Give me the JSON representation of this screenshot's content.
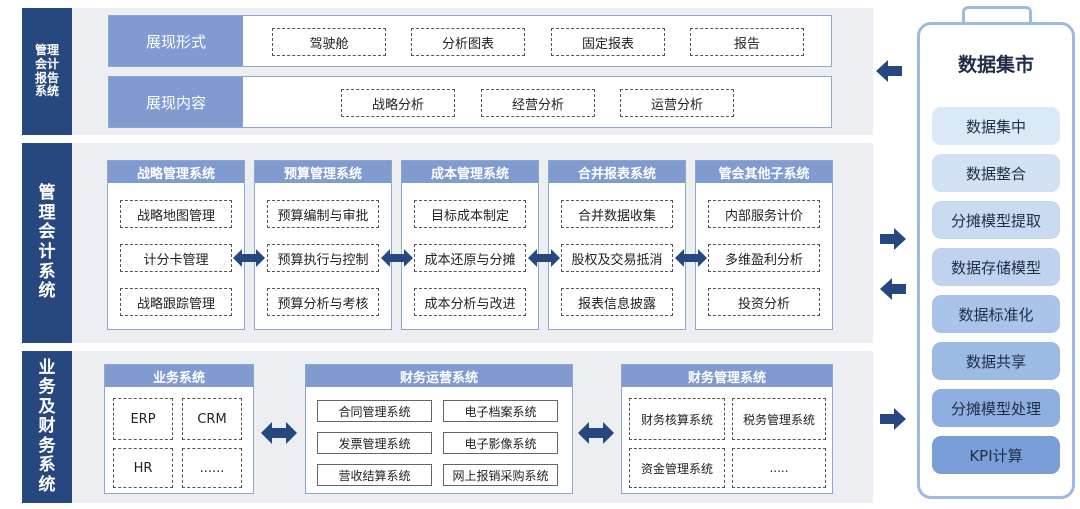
{
  "rows": {
    "top_label": "管理会计报告系统",
    "mid_label": "管理会计系统",
    "bottom_label": "业务及财务系统"
  },
  "presentation": {
    "form_label": "展现形式",
    "form_items": [
      "驾驶舱",
      "分析图表",
      "固定报表",
      "报告"
    ],
    "content_label": "展现内容",
    "content_items": [
      "战略分析",
      "经营分析",
      "运营分析"
    ]
  },
  "systems": [
    {
      "title": "战略管理系统",
      "items": [
        "战略地图管理",
        "计分卡管理",
        "战略跟踪管理"
      ]
    },
    {
      "title": "预算管理系统",
      "items": [
        "预算编制与审批",
        "预算执行与控制",
        "预算分析与考核"
      ]
    },
    {
      "title": "成本管理系统",
      "items": [
        "目标成本制定",
        "成本还原与分摊",
        "成本分析与改进"
      ]
    },
    {
      "title": "合并报表系统",
      "items": [
        "合并数据收集",
        "股权及交易抵消",
        "报表信息披露"
      ]
    },
    {
      "title": "管会其他子系统",
      "items": [
        "内部服务计价",
        "多维盈利分析",
        "投资分析"
      ]
    }
  ],
  "business": {
    "title": "业务系统",
    "items": [
      "ERP",
      "CRM",
      "HR",
      "......"
    ]
  },
  "finance_ops": {
    "title": "财务运营系统",
    "items": [
      "合同管理系统",
      "电子档案系统",
      "发票管理系统",
      "电子影像系统",
      "营收结算系统",
      "网上报销采购系统"
    ]
  },
  "finance_mgmt": {
    "title": "财务管理系统",
    "items": [
      "财务核算系统",
      "税务管理系统",
      "资金管理系统",
      "....."
    ]
  },
  "data_mart": {
    "title": "数据集市",
    "items": [
      "数据集中",
      "数据整合",
      "分摊模型提取",
      "数据存储模型",
      "数据标准化",
      "数据共享",
      "分摊模型处理",
      "KPI计算"
    ],
    "item_colors": [
      "#dbe8f6",
      "#d2e1f3",
      "#c8dbf1",
      "#bfd3ee",
      "#a9c4e8",
      "#9bbbe4",
      "#8dafdf",
      "#7a9fd8"
    ]
  },
  "colors": {
    "navy": "#27487f",
    "header_blue": "#7f9bd0",
    "border_blue": "#8fa6cf",
    "band_gray": "#eceef2"
  }
}
